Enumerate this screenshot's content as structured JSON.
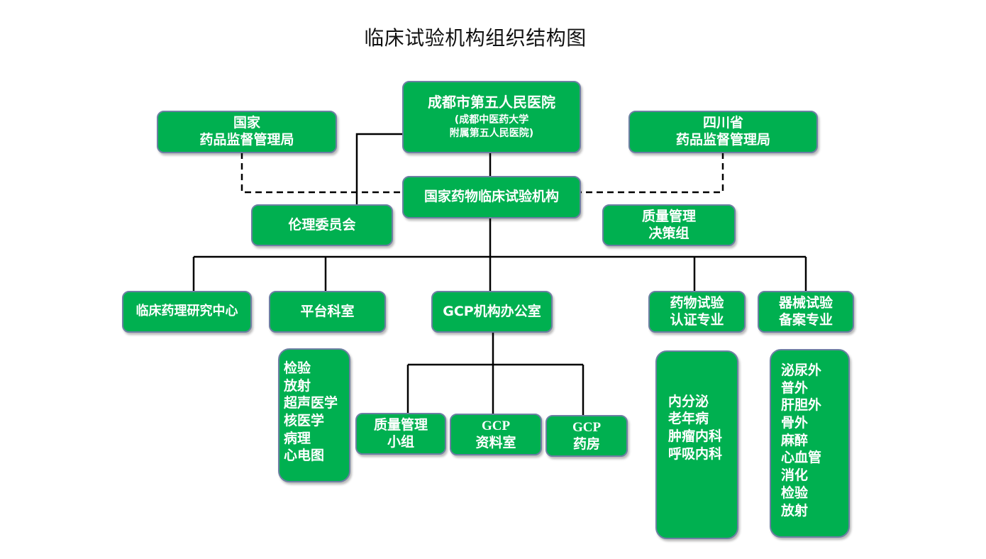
{
  "title": "临床试验机构组织结构图",
  "nodes": {
    "hospital": {
      "line1": "成都市第五人民医院",
      "line2": "(成都中医药大学",
      "line3": "附属第五人民医院)"
    },
    "nmpa": {
      "line1": "国家",
      "line2": "药品监督管理局"
    },
    "sichuan": {
      "line1": "四川省",
      "line2": "药品监督管理局"
    },
    "institution": {
      "label": "国家药物临床试验机构"
    },
    "ethics": {
      "label": "伦理委员会"
    },
    "quality_decision": {
      "line1": "质量管理",
      "line2": "决策组"
    },
    "pharmacology": {
      "label": "临床药理研究中心"
    },
    "platform": {
      "label": "平台科室"
    },
    "gcp_office": {
      "label": "GCP机构办公室"
    },
    "drug_trial": {
      "line1": "药物试验",
      "line2": "认证专业"
    },
    "device_trial": {
      "line1": "器械试验",
      "line2": "备案专业"
    },
    "quality_group": {
      "line1": "质量管理",
      "line2": "小组"
    },
    "gcp_data": {
      "line1": "GCP",
      "line2": "资料室"
    },
    "gcp_pharmacy": {
      "line1": "GCP",
      "line2": "药房"
    }
  },
  "lists": {
    "platform_depts": [
      "检验",
      "放射",
      "超声医学",
      "核医学",
      "病理",
      "心电图"
    ],
    "drug_specialties": [
      "内分泌",
      "老年病",
      "肿瘤内科",
      "呼吸内科"
    ],
    "device_specialties": [
      "泌尿外",
      "普外",
      "肝胆外",
      "骨外",
      "麻醉",
      "心血管",
      "消化",
      "检验",
      "放射"
    ]
  },
  "colors": {
    "box_fill": "#00b050",
    "box_border": "#6d7fa3",
    "connector": "#000000",
    "text": "#ffffff"
  }
}
